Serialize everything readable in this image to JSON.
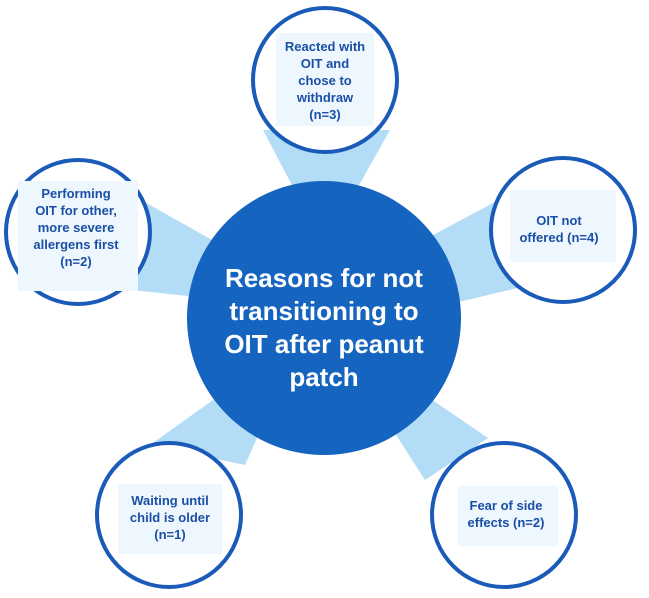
{
  "center": {
    "lines": [
      "Reasons for not",
      "transitioning to",
      "OIT after peanut",
      "patch"
    ]
  },
  "reasons": [
    {
      "lines": [
        "Reacted with",
        "OIT and",
        "chose to",
        "withdraw",
        "(n=3)"
      ]
    },
    {
      "lines": [
        "Performing",
        "OIT for other,",
        "more severe",
        "allergens first",
        "(n=2)"
      ]
    },
    {
      "lines": [
        "OIT not",
        "offered (n=4)"
      ]
    },
    {
      "lines": [
        "Waiting until",
        "child is older",
        "(n=1)"
      ]
    },
    {
      "lines": [
        "Fear of side",
        "effects (n=2)"
      ]
    }
  ],
  "colors": {
    "center_fill": "#1565c0",
    "ring_stroke": "#1a5ab8",
    "connector_fill": "#b3dcf7",
    "label_bg": "#eef7fd",
    "text": "#1a4fa6"
  }
}
